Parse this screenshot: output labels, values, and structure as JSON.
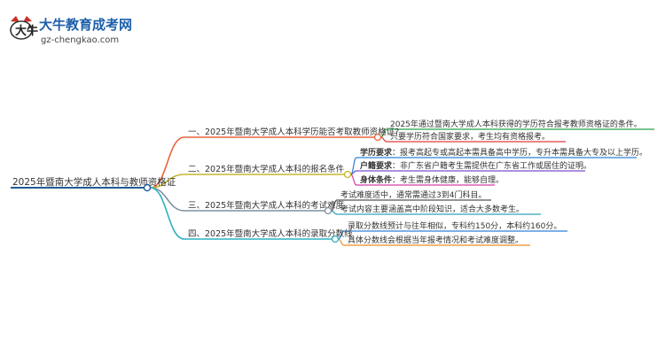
{
  "logo": {
    "name": "大牛教育成考网",
    "url": "gz-chengkao.com"
  },
  "root": {
    "label": "2025年暨南大学成人本科与教师资格证"
  },
  "branches": [
    {
      "label": "一、2025年暨南大学成人本科学历能否考取教师资格证?",
      "color": "#e8643c",
      "children": [
        {
          "bold": "",
          "text": "2025年通过暨南大学成人本科获得的学历符合报考教师资格证的条件。",
          "line_color": "#27a24a"
        },
        {
          "bold": "",
          "text": "只要学历符合国家要求，考生均有资格报考。",
          "line_color": "#e23b3b"
        }
      ]
    },
    {
      "label": "二、2025年暨南大学成人本科的报名条件",
      "color": "#c7b52c",
      "children": [
        {
          "bold": "学历要求",
          "text": "：报考高起专或高起本需具备高中学历，专升本需具备大专及以上学历。",
          "line_color": "#2b82d9"
        },
        {
          "bold": "户籍要求",
          "text": "：非广东省户籍考生需提供在广东省工作或居住的证明。",
          "line_color": "#7a4fc9"
        },
        {
          "bold": "身体条件",
          "text": "：考生需身体健康，能够自理。",
          "line_color": "#d83fa8"
        }
      ]
    },
    {
      "label": "三、2025年暨南大学成人本科的考试难度",
      "color": "#7f8fa0",
      "children": [
        {
          "bold": "",
          "text": "考试难度适中，通常需通过3到4门科目。",
          "line_color": "#555555"
        },
        {
          "bold": "",
          "text": "考试内容主要涵盖高中阶段知识，适合大多数考生。",
          "line_color": "#2fa3b8"
        }
      ]
    },
    {
      "label": "四、2025年暨南大学成人本科的录取分数线",
      "color": "#2fb1c2",
      "children": [
        {
          "bold": "",
          "text": "录取分数线预计与往年相似，专科约150分，本科约160分。",
          "line_color": "#2b82d9"
        },
        {
          "bold": "",
          "text": "具体分数线会根据当年报考情况和考试难度调整。",
          "line_color": "#f08a24"
        }
      ]
    }
  ]
}
